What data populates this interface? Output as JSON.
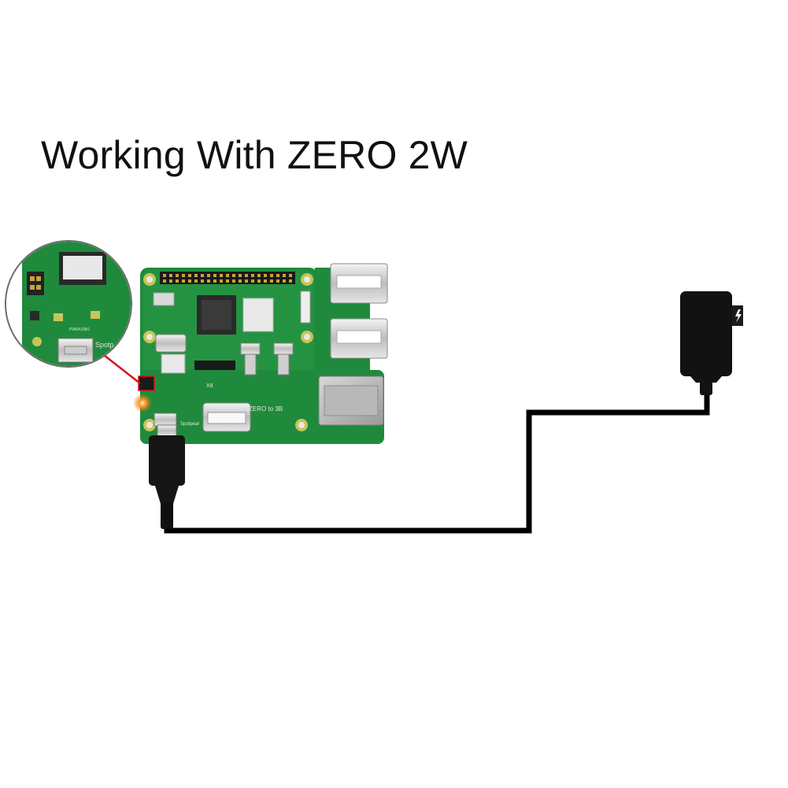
{
  "title": "Working With ZERO 2W",
  "board": {
    "label_main": "ZERO to 3B",
    "label_small": "X8",
    "label_brand": "Spotpear"
  },
  "inset": {
    "label_port": "PWR/USB1",
    "label_brand": "Spotp"
  },
  "colors": {
    "pcb_green": "#1f8a3c",
    "cable_black": "#000000",
    "callout_red": "#d8141a",
    "led_glow": "#ff7a1a"
  },
  "icons": {
    "charger_symbol": "lightning-bolt-icon"
  }
}
